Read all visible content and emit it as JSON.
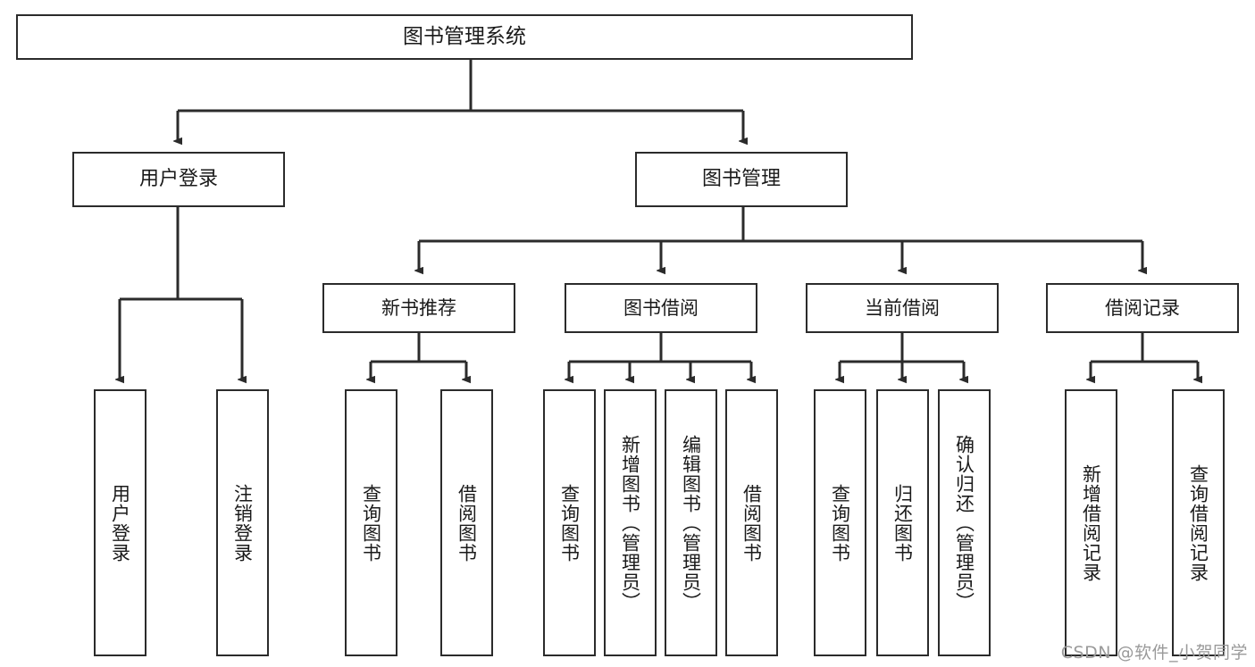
{
  "diagram": {
    "title": "图书管理系统",
    "type": "功能结构图",
    "watermark": "CSDN @软件_小贺同学",
    "colors": {
      "stroke": "#2b2b2b",
      "fill": "#ffffff",
      "text": "#1a1a1a",
      "watermark": "#9a9a9a"
    },
    "nodes": {
      "root": {
        "label": "图书管理系统"
      },
      "level2": [
        {
          "id": "user-login",
          "label": "用户登录"
        },
        {
          "id": "book-manage",
          "label": "图书管理"
        }
      ],
      "level3": [
        {
          "id": "new-book-recommend",
          "label": "新书推荐"
        },
        {
          "id": "book-borrow",
          "label": "图书借阅"
        },
        {
          "id": "current-borrow",
          "label": "当前借阅"
        },
        {
          "id": "borrow-record",
          "label": "借阅记录"
        }
      ],
      "leaves": {
        "user_login": [
          {
            "id": "leaf-user-login",
            "label": "用户登录"
          },
          {
            "id": "leaf-user-logout",
            "label": "注销登录"
          }
        ],
        "new_book_recommend": [
          {
            "id": "leaf-query-book-1",
            "label": "查询图书"
          },
          {
            "id": "leaf-borrow-book-1",
            "label": "借阅图书"
          }
        ],
        "book_borrow": [
          {
            "id": "leaf-query-book-2",
            "label": "查询图书"
          },
          {
            "id": "leaf-add-book",
            "label": "新增图书（管理员）"
          },
          {
            "id": "leaf-edit-book",
            "label": "编辑图书（管理员）"
          },
          {
            "id": "leaf-borrow-book-2",
            "label": "借阅图书"
          }
        ],
        "current_borrow": [
          {
            "id": "leaf-query-book-3",
            "label": "查询图书"
          },
          {
            "id": "leaf-return-book",
            "label": "归还图书"
          },
          {
            "id": "leaf-confirm-return",
            "label": "确认归还（管理员）"
          }
        ],
        "borrow_record": [
          {
            "id": "leaf-add-record",
            "label": "新增借阅记录"
          },
          {
            "id": "leaf-query-record",
            "label": "查询借阅记录"
          }
        ]
      }
    }
  }
}
